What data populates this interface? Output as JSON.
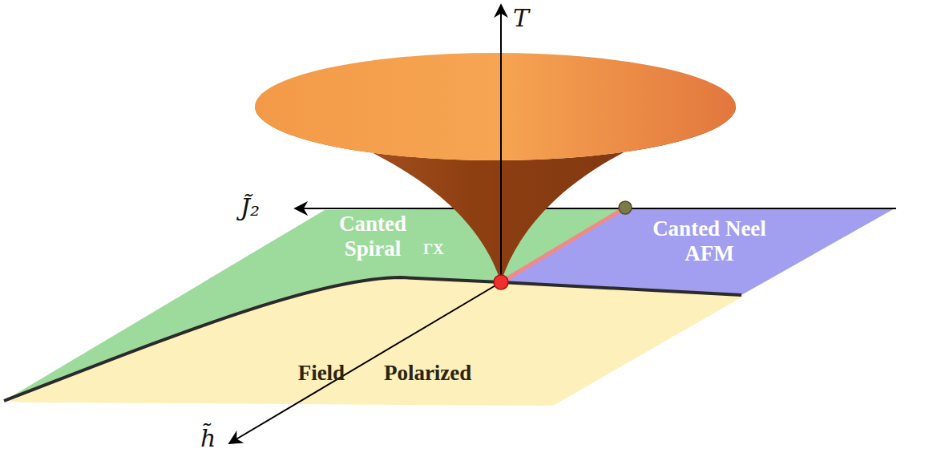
{
  "diagram": {
    "nodes": [
      {
        "text": [
          "Canted Spiral",
          "ΓX"
        ]
      },
      {
        "text": [
          "Canted Neel AFM"
        ]
      },
      {
        "text": [
          "Field Polarized"
        ]
      }
    ],
    "labels": [
      "T",
      "J̃₂",
      "h̃"
    ]
  }
}
